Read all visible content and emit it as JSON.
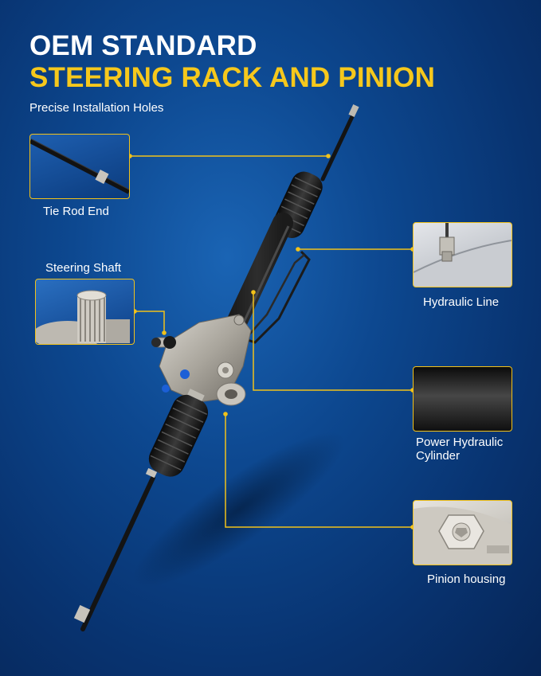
{
  "heading": {
    "line1": "OEM STANDARD",
    "line2": "STEERING RACK AND PINION",
    "subtitle": "Precise Installation Holes"
  },
  "callouts": {
    "tie_rod_end": "Tie Rod End",
    "steering_shaft": "Steering Shaft",
    "hydraulic_line": "Hydraulic Line",
    "power_hydraulic_cylinder": "Power Hydraulic Cylinder",
    "pinion_housing": "Pinion housing"
  },
  "colors": {
    "accent": "#f6c81c",
    "background": "#0d4890",
    "text": "#ffffff"
  }
}
